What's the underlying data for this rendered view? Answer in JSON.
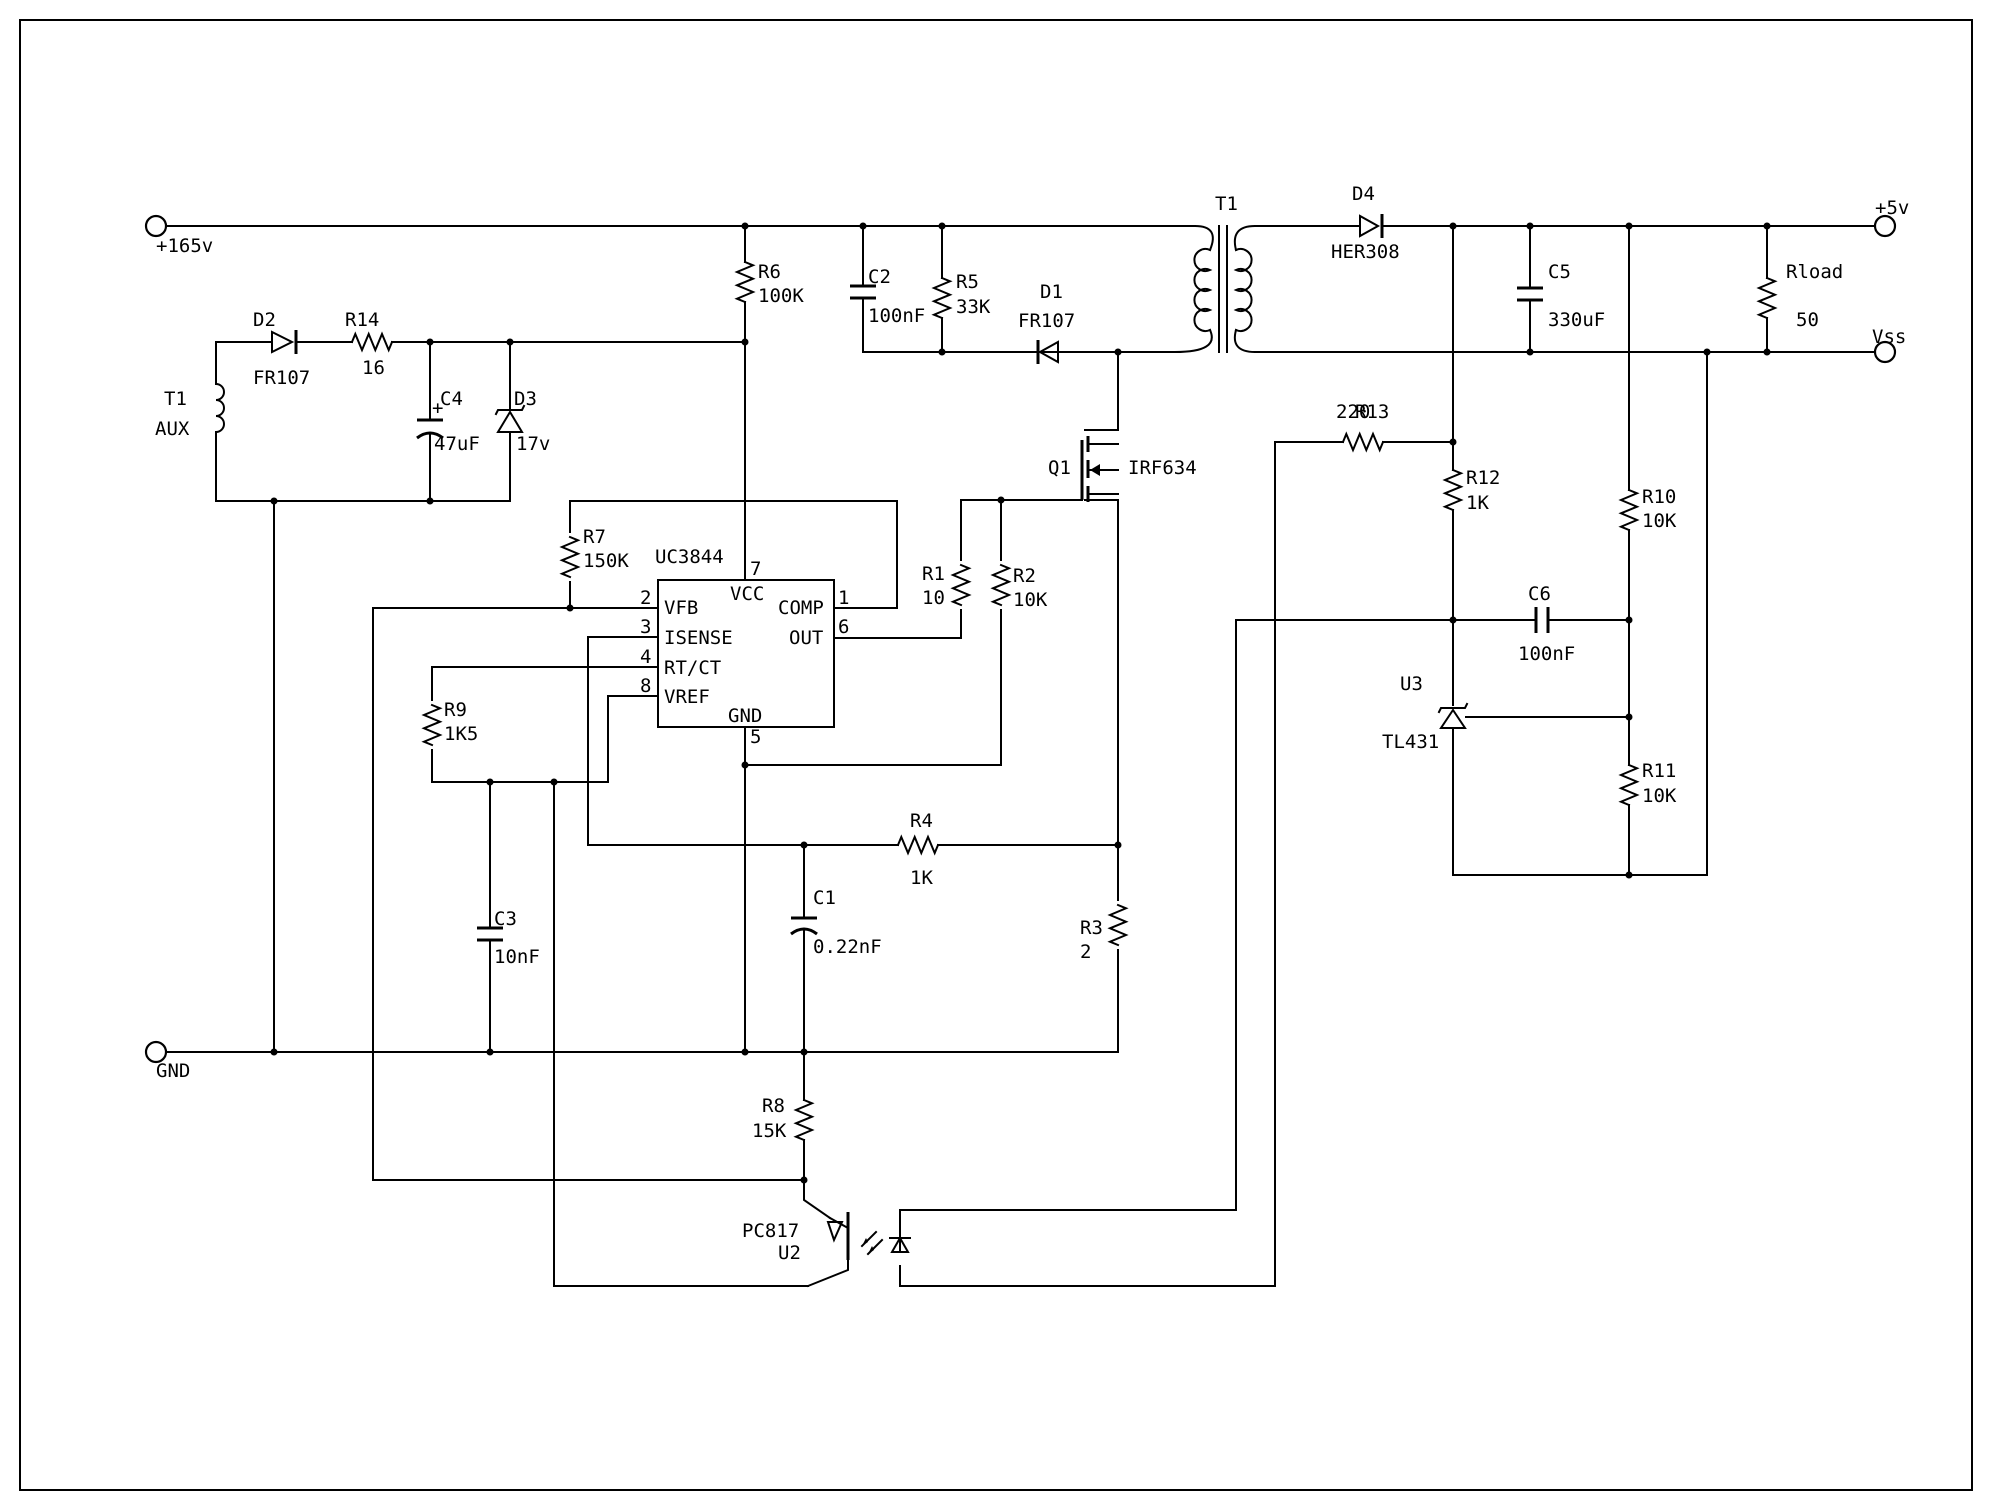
{
  "terminals": {
    "vin": "+165v",
    "gnd": "GND",
    "vout": "+5v",
    "vss": "Vss"
  },
  "transformer": {
    "ref": "T1"
  },
  "aux_winding": {
    "ref": "T1",
    "label": "AUX"
  },
  "controller": {
    "ref": "UC3844",
    "pins": {
      "vfb": {
        "num": "2",
        "name": "VFB"
      },
      "isense": {
        "num": "3",
        "name": "ISENSE"
      },
      "rtct": {
        "num": "4",
        "name": "RT/CT"
      },
      "vref": {
        "num": "8",
        "name": "VREF"
      },
      "vcc": {
        "num": "7",
        "name": "VCC"
      },
      "comp": {
        "num": "1",
        "name": "COMP"
      },
      "out": {
        "num": "6",
        "name": "OUT"
      },
      "gnd": {
        "num": "5",
        "name": "GND"
      }
    }
  },
  "components": {
    "D2": {
      "ref": "D2",
      "value": "FR107"
    },
    "R14": {
      "ref": "R14",
      "value": "16"
    },
    "C4": {
      "ref": "C4",
      "value": "47uF",
      "polarity": "+"
    },
    "D3": {
      "ref": "D3",
      "value": "17v"
    },
    "R6": {
      "ref": "R6",
      "value": "100K"
    },
    "C2": {
      "ref": "C2",
      "value": "100nF"
    },
    "R5": {
      "ref": "R5",
      "value": "33K"
    },
    "D1": {
      "ref": "D1",
      "value": "FR107"
    },
    "Q1": {
      "ref": "Q1",
      "value": "IRF634"
    },
    "R7": {
      "ref": "R7",
      "value": "150K"
    },
    "R1": {
      "ref": "R1",
      "value": "10"
    },
    "R2": {
      "ref": "R2",
      "value": "10K"
    },
    "R9": {
      "ref": "R9",
      "value": "1K5"
    },
    "R4": {
      "ref": "R4",
      "value": "1K"
    },
    "C3": {
      "ref": "C3",
      "value": "10nF"
    },
    "C1": {
      "ref": "C1",
      "value": "0.22nF"
    },
    "R3": {
      "ref": "R3",
      "value": "2"
    },
    "R8": {
      "ref": "R8",
      "value": "15K"
    },
    "U2": {
      "ref": "U2",
      "value": "PC817"
    },
    "D4": {
      "ref": "D4",
      "value": "HER308"
    },
    "C5": {
      "ref": "C5",
      "value": "330uF"
    },
    "Rload": {
      "ref": "Rload",
      "value": "50"
    },
    "R13": {
      "ref": "R13",
      "value": "220"
    },
    "R12": {
      "ref": "R12",
      "value": "1K"
    },
    "R10": {
      "ref": "R10",
      "value": "10K"
    },
    "C6": {
      "ref": "C6",
      "value": "100nF"
    },
    "U3": {
      "ref": "U3",
      "value": "TL431"
    },
    "R11": {
      "ref": "R11",
      "value": "10K"
    }
  }
}
